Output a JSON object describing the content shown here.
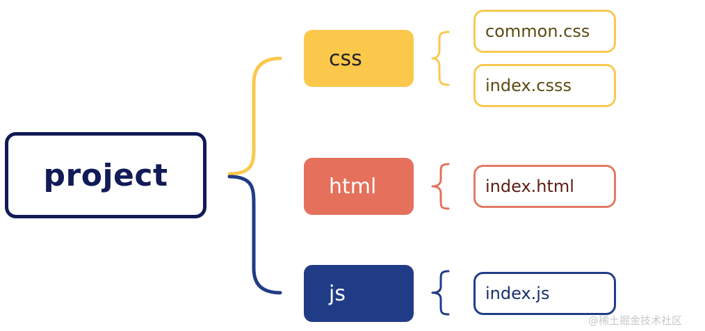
{
  "root": {
    "label": "project"
  },
  "branches": [
    {
      "label": "css",
      "color": "#fbc84c",
      "children": [
        "common.css",
        "index.csss"
      ]
    },
    {
      "label": "html",
      "color": "#e5705c",
      "children": [
        "index.html"
      ]
    },
    {
      "label": "js",
      "color": "#213c87",
      "children": [
        "index.js"
      ]
    }
  ],
  "watermark": "@稀土掘金技术社区"
}
